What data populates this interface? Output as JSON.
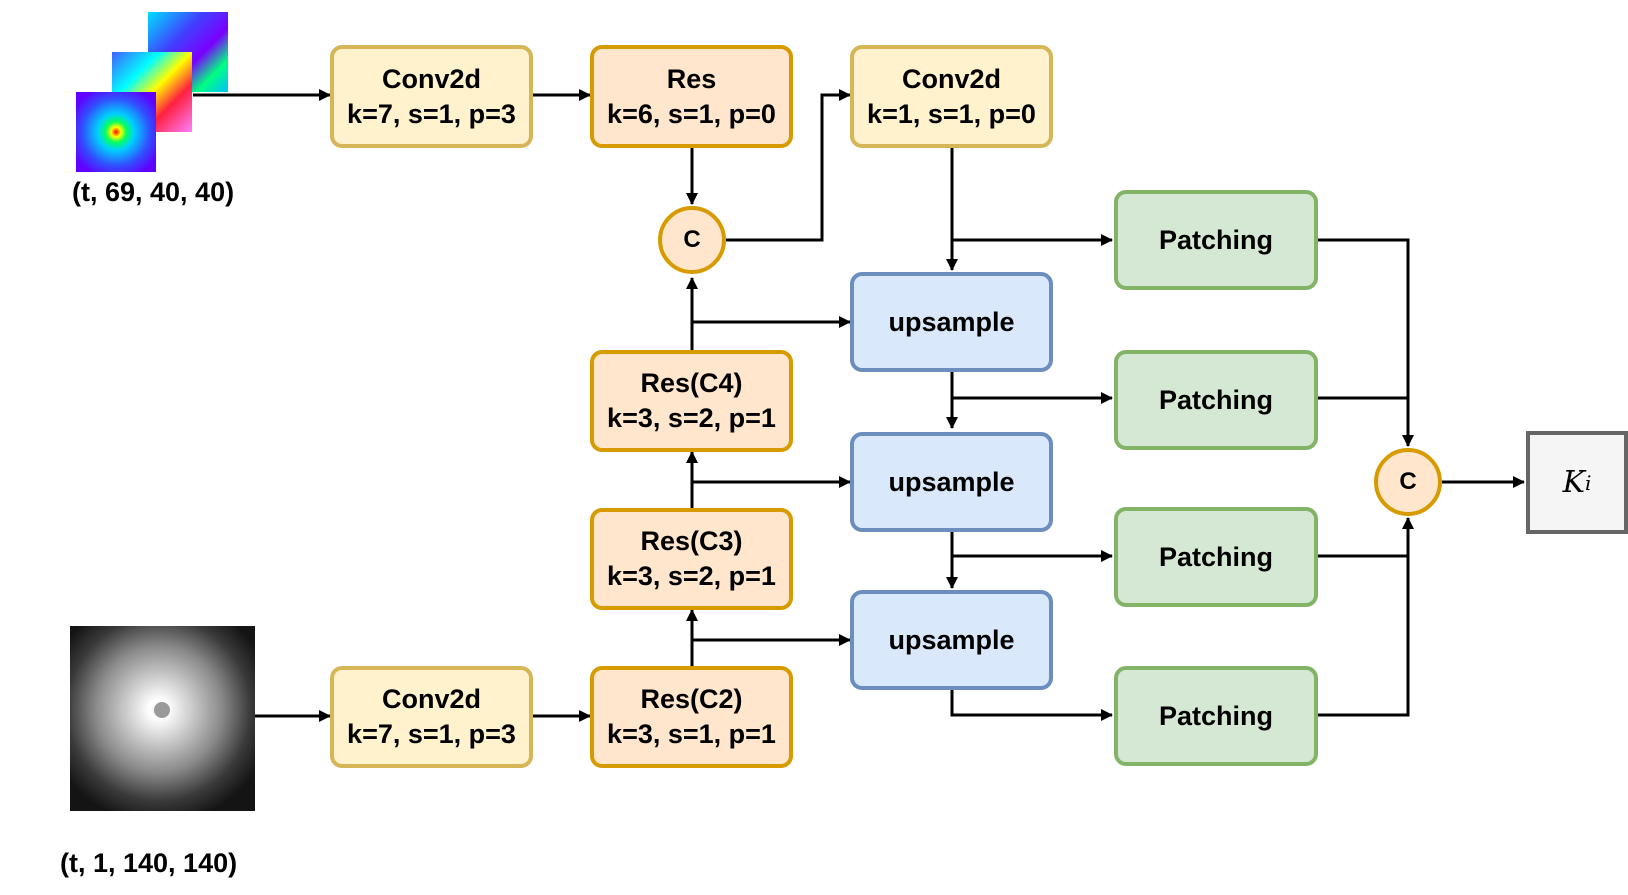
{
  "inputs": {
    "top_shape": "(t, 69, 40, 40)",
    "bottom_shape": "(t, 1, 140, 140)"
  },
  "blocks": {
    "conv_top": {
      "title": "Conv2d",
      "params": "k=7, s=1, p=3"
    },
    "res_top": {
      "title": "Res",
      "params": "k=6, s=1, p=0"
    },
    "conv_mid": {
      "title": "Conv2d",
      "params": "k=1, s=1, p=0"
    },
    "conv_bottom": {
      "title": "Conv2d",
      "params": "k=7, s=1, p=3"
    },
    "res_c2": {
      "title": "Res(C2)",
      "params": "k=3, s=1, p=1"
    },
    "res_c3": {
      "title": "Res(C3)",
      "params": "k=3, s=2, p=1"
    },
    "res_c4": {
      "title": "Res(C4)",
      "params": "k=3, s=2, p=1"
    }
  },
  "upsample": [
    "upsample",
    "upsample",
    "upsample"
  ],
  "patching": [
    "Patching",
    "Patching",
    "Patching",
    "Patching"
  ],
  "concat_label": "C",
  "output_label": "K",
  "output_subscript": "i",
  "colors": {
    "yellow_fill": "#fff2cc",
    "yellow_border": "#d6b656",
    "orange_fill": "#ffe6cc",
    "orange_border": "#d79b00",
    "blue_fill": "#dae8fc",
    "blue_border": "#6c8ebf",
    "green_fill": "#d5e8d4",
    "green_border": "#82b366"
  }
}
